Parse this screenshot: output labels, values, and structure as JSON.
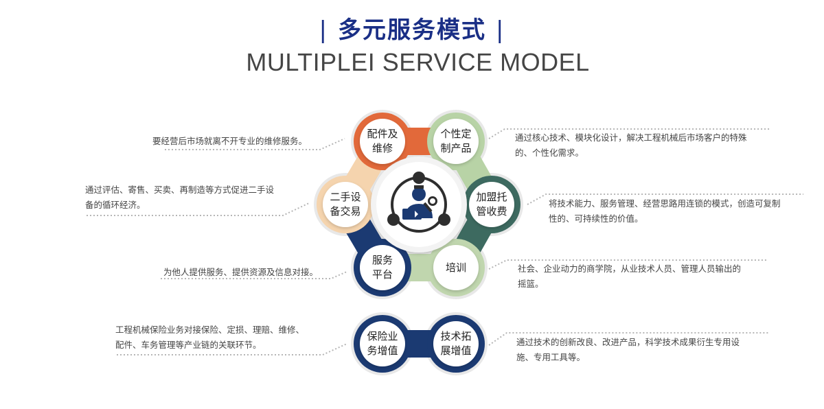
{
  "header": {
    "title": "多元服务模式",
    "bar_left": "|",
    "bar_right": "|",
    "subtitle": "MULTIPLEI SERVICE MODEL"
  },
  "center_icon": "service-technician-wrench-icon",
  "nodes": [
    {
      "label": "配件及\n维修",
      "color": "#e2693a"
    },
    {
      "label": "个性定\n制产品",
      "color": "#b8d3a6"
    },
    {
      "label": "加盟托\n管收费",
      "color": "#3d6a60"
    },
    {
      "label": "培训",
      "color": "#c0d6ae"
    },
    {
      "label": "服务\n平台",
      "color": "#1b3a72"
    },
    {
      "label": "二手设\n备交易",
      "color": "#f5d4ae"
    }
  ],
  "bottom_nodes": [
    {
      "label": "保险业\n务增值",
      "color": "#1b3a72"
    },
    {
      "label": "技术拓\n展增值",
      "color": "#1b3a72"
    }
  ],
  "descriptions": {
    "parts_repair": "要经营后市场就离不开专业的维修服务。",
    "custom_products": "通过核心技术、模块化设计，解决工程机械后市场客户的特殊\n的、个性化需求。",
    "used_equipment": "通过评估、寄售、买卖、再制造等方式促进二手设\n备的循环经济。",
    "franchise": "将技术能力、服务管理、经营思路用连锁的模式，创造可复制\n性的、可持续性的价值。",
    "service_platform": "为他人提供服务、提供资源及信息对接。",
    "training": "社会、企业动力的商学院，从业技术人员、管理人员输出的\n摇篮。",
    "insurance": "工程机械保险业务对接保险、定损、理赔、维修、\n配件、车务管理等产业链的关联环节。",
    "tech_extension": "通过技术的创新改良、改进产品，科学技术成果衍生专用设\n施、专用工具等。"
  }
}
